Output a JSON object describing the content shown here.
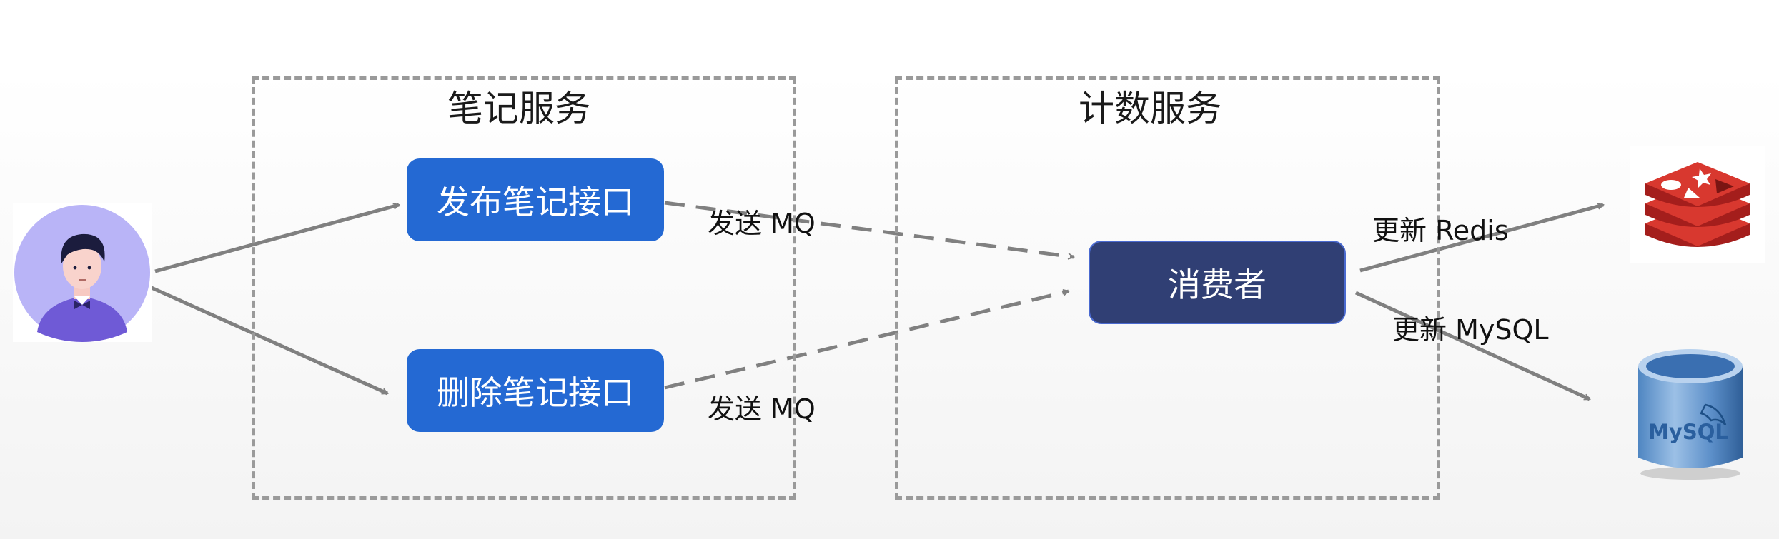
{
  "groups": {
    "note_service": {
      "title": "笔记服务"
    },
    "count_service": {
      "title": "计数服务"
    }
  },
  "nodes": {
    "publish_api": "发布笔记接口",
    "delete_api": "删除笔记接口",
    "consumer": "消费者"
  },
  "edge_labels": {
    "publish_mq": "发送 MQ",
    "delete_mq": "发送 MQ",
    "update_redis": "更新 Redis",
    "update_mysql": "更新 MySQL"
  },
  "icons": {
    "user": "user-avatar-icon",
    "redis": "redis-logo-icon",
    "mysql": "mysql-database-icon",
    "mysql_logo_text": "MySQL"
  },
  "colors": {
    "api_box": "#2469d3",
    "consumer_box": "#303f74",
    "arrow": "#808080",
    "dashed_border": "#9a9a9a",
    "redis_red": "#c8312b",
    "mysql_blue": "#2f6fb0"
  }
}
